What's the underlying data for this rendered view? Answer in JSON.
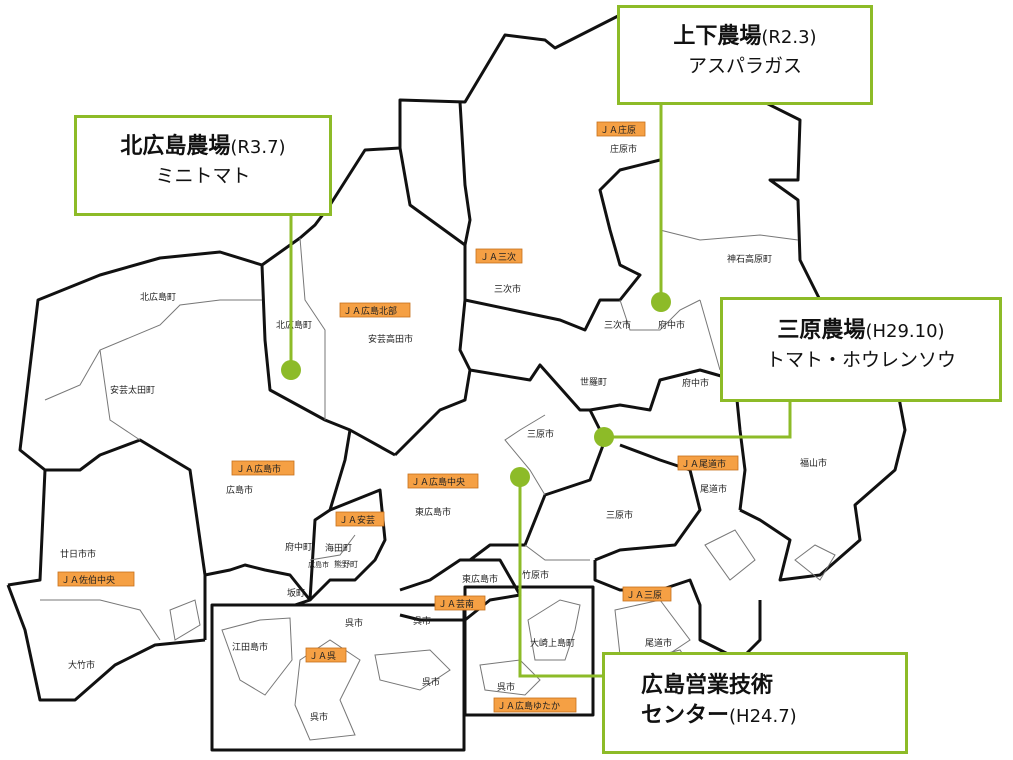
{
  "municipalities": [
    {
      "id": "kitahiroshima-town",
      "name": "北広島町"
    },
    {
      "id": "kitahiroshima-town-2",
      "name": "北広島町"
    },
    {
      "id": "akitakata",
      "name": "安芸高田市"
    },
    {
      "id": "akiota",
      "name": "安芸太田町"
    },
    {
      "id": "miyoshi",
      "name": "三次市"
    },
    {
      "id": "miyoshi-2",
      "name": "三次市"
    },
    {
      "id": "shobara",
      "name": "庄原市"
    },
    {
      "id": "jinsekikogen",
      "name": "神石高原町"
    },
    {
      "id": "fuchu-city",
      "name": "府中市"
    },
    {
      "id": "fuchu-city-2",
      "name": "府中市"
    },
    {
      "id": "sera",
      "name": "世羅町"
    },
    {
      "id": "mihara-n",
      "name": "三原市"
    },
    {
      "id": "mihara-s",
      "name": "三原市"
    },
    {
      "id": "onomichi",
      "name": "尾道市"
    },
    {
      "id": "onomichi-2",
      "name": "尾道市"
    },
    {
      "id": "fukuyama",
      "name": "福山市"
    },
    {
      "id": "higashihiroshima",
      "name": "東広島市"
    },
    {
      "id": "higashihiroshima-2",
      "name": "東広島市"
    },
    {
      "id": "hiroshima-city",
      "name": "広島市"
    },
    {
      "id": "hatsukaichi",
      "name": "廿日市市"
    },
    {
      "id": "otake",
      "name": "大竹市"
    },
    {
      "id": "fuchu-town",
      "name": "府中町"
    },
    {
      "id": "kaita",
      "name": "海田町"
    },
    {
      "id": "kumano",
      "name": "熊野町"
    },
    {
      "id": "hiroshima-kure-small",
      "name": "広島市"
    },
    {
      "id": "saka",
      "name": "坂町"
    },
    {
      "id": "kure",
      "name": "呉市"
    },
    {
      "id": "kure-2",
      "name": "呉市"
    },
    {
      "id": "kure-3",
      "name": "呉市"
    },
    {
      "id": "kure-4",
      "name": "呉市"
    },
    {
      "id": "kure-5",
      "name": "呉市"
    },
    {
      "id": "etajima",
      "name": "江田島市"
    },
    {
      "id": "takehara",
      "name": "竹原市"
    },
    {
      "id": "osakikamijima",
      "name": "大崎上島町"
    }
  ],
  "ja_regions": [
    {
      "id": "ja-shobara",
      "label": "ＪＡ庄原"
    },
    {
      "id": "ja-miyoshi",
      "label": "ＪＡ三次"
    },
    {
      "id": "ja-hiroshima-hokubu",
      "label": "ＪＡ広島北部"
    },
    {
      "id": "ja-hiroshima-shi",
      "label": "ＪＡ広島市"
    },
    {
      "id": "ja-hiroshima-chuo",
      "label": "ＪＡ広島中央"
    },
    {
      "id": "ja-onomichi",
      "label": "ＪＡ尾道市"
    },
    {
      "id": "ja-aki",
      "label": "ＪＡ安芸"
    },
    {
      "id": "ja-saeki-chuo",
      "label": "ＪＡ佐伯中央"
    },
    {
      "id": "ja-geinan",
      "label": "ＪＡ芸南"
    },
    {
      "id": "ja-mihara",
      "label": "ＪＡ三原"
    },
    {
      "id": "ja-kure",
      "label": "ＪＡ呉"
    },
    {
      "id": "ja-hiroshima-yutaka",
      "label": "ＪＡ広島ゆたか"
    }
  ],
  "farms": [
    {
      "id": "jouge",
      "name": "上下農場",
      "date": "(R2.3)",
      "crop": "アスパラガス"
    },
    {
      "id": "kitahiroshima",
      "name": "北広島農場",
      "date": "(R3.7)",
      "crop": "ミニトマト"
    },
    {
      "id": "mihara",
      "name": "三原農場",
      "date": "(H29.10)",
      "crop": "トマト・ホウレンソウ"
    },
    {
      "id": "center",
      "name": "広島営業技術",
      "name2": "センター",
      "date": "(H24.7)"
    }
  ],
  "colors": {
    "callout_border": "#8dbb28",
    "marker": "#8dbb28",
    "ja_fill": "#f5a044",
    "border": "#111111"
  }
}
